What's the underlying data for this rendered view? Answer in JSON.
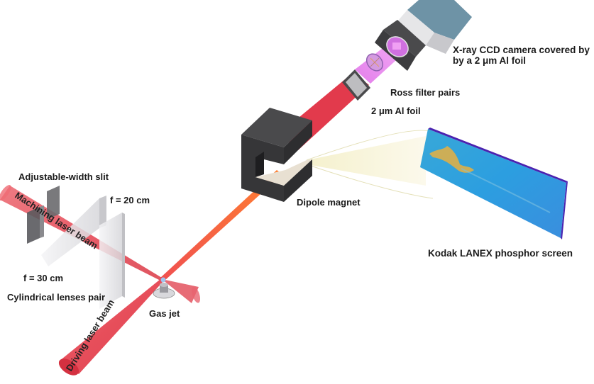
{
  "figure": {
    "labels": {
      "camera_line1": "X-ray CCD camera covered by",
      "camera_line2": "by a 2 μm Al foil",
      "ross_filter": "Ross filter pairs",
      "al_foil": "2 μm Al foil",
      "dipole_magnet": "Dipole magnet",
      "lanex_screen": "Kodak LANEX phosphor screen",
      "slit": "Adjustable-width slit",
      "f20": "f = 20 cm",
      "f30": "f = 30 cm",
      "lenses": "Cylindrical lenses pair",
      "gas_jet": "Gas jet",
      "machining_beam": "Machining laser beam",
      "driving_beam": "Driving laser beam"
    },
    "colors": {
      "laser_red": "#e8454f",
      "xray_magenta": "#e070e8",
      "magnet_gray": "#3d3d3f",
      "screen_blue": "#3aa0dc",
      "screen_edge": "#4a22b0",
      "camera_blue": "#6e93a6",
      "electron_cone": "#f6f2d2"
    }
  }
}
